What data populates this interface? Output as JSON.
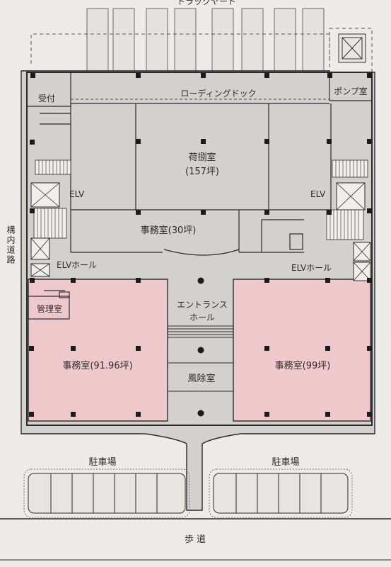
{
  "labels": {
    "truck_yard": "トラックヤード",
    "pump_room": "ポンプ室",
    "reception": "受付",
    "loading_dock": "ローディングドック",
    "cargo_room_line1": "荷捌室",
    "cargo_room_line2": "(157坪)",
    "elv_left": "ELV",
    "elv_right": "ELV",
    "office_30": "事務室(30坪)",
    "premises_road": "構内道路",
    "elv_hall_left": "ELVホール",
    "elv_hall_right": "ELVホール",
    "management_room": "管理室",
    "entrance_hall_line1": "エントランス",
    "entrance_hall_line2": "ホール",
    "office_left": "事務室(91.96坪)",
    "office_right": "事務室(99坪)",
    "windbreak_room": "風除室",
    "parking_left": "駐車場",
    "parking_right": "駐車場",
    "sidewalk": "歩 道"
  },
  "colors": {
    "background": "#ecebe7",
    "floor": "#d2d1ce",
    "office_highlight": "#efc8cc",
    "wall": "#2b2b2b"
  }
}
